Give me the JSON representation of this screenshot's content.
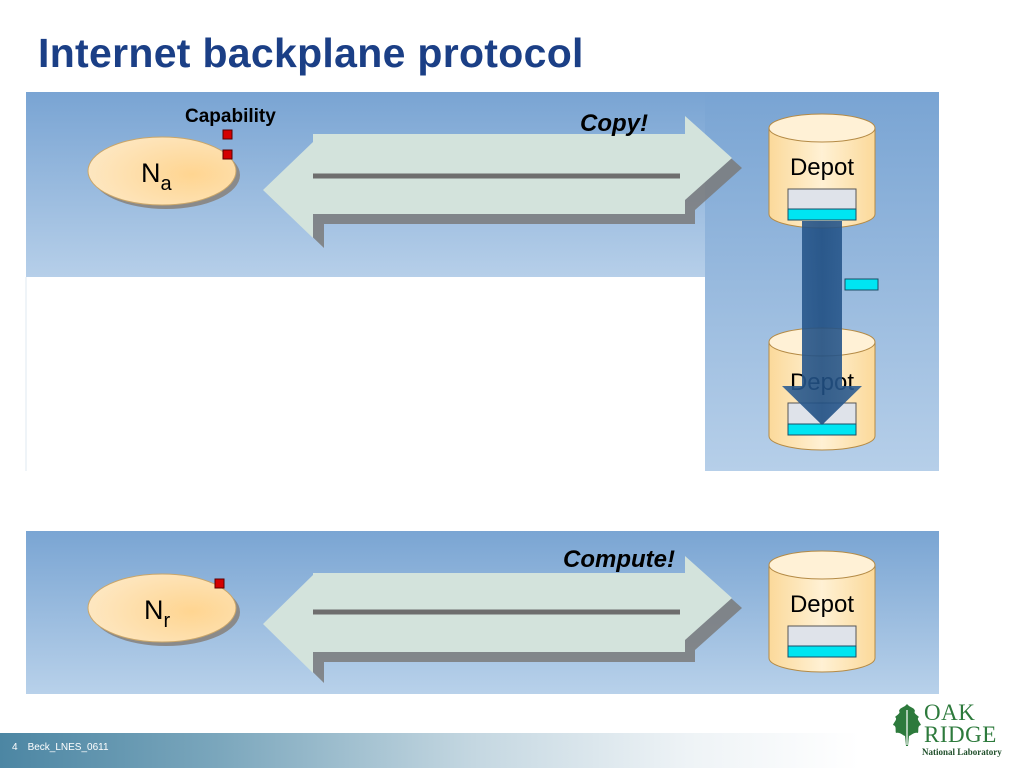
{
  "slide": {
    "title": "Internet backplane protocol"
  },
  "top_panel": {
    "capability_label": "Capability",
    "node_main": "N",
    "node_sub": "a",
    "operation_label": "Copy!",
    "depot_1_label": "Depot",
    "depot_2_label": "Depot"
  },
  "bottom_panel": {
    "node_main": "N",
    "node_sub": "r",
    "operation_label": "Compute!",
    "depot_label": "Depot"
  },
  "footer": {
    "page_number": "4",
    "deck_id": "Beck_LNES_0611"
  },
  "logo": {
    "line1": "OAK",
    "line2": "RIDGE",
    "line3": "National Laboratory"
  },
  "colors": {
    "title": "#1b3f86",
    "panel_top": "#7ba6d4",
    "panel_bottom": "#b3cde8",
    "node_fill": "#fddc9e",
    "depot_fill": "#fde3ac",
    "arrow_fill": "#d3e3dc",
    "cyan": "#00e5f2",
    "capability_red": "#d40000",
    "flow_arrow": "#2a5a8c"
  }
}
